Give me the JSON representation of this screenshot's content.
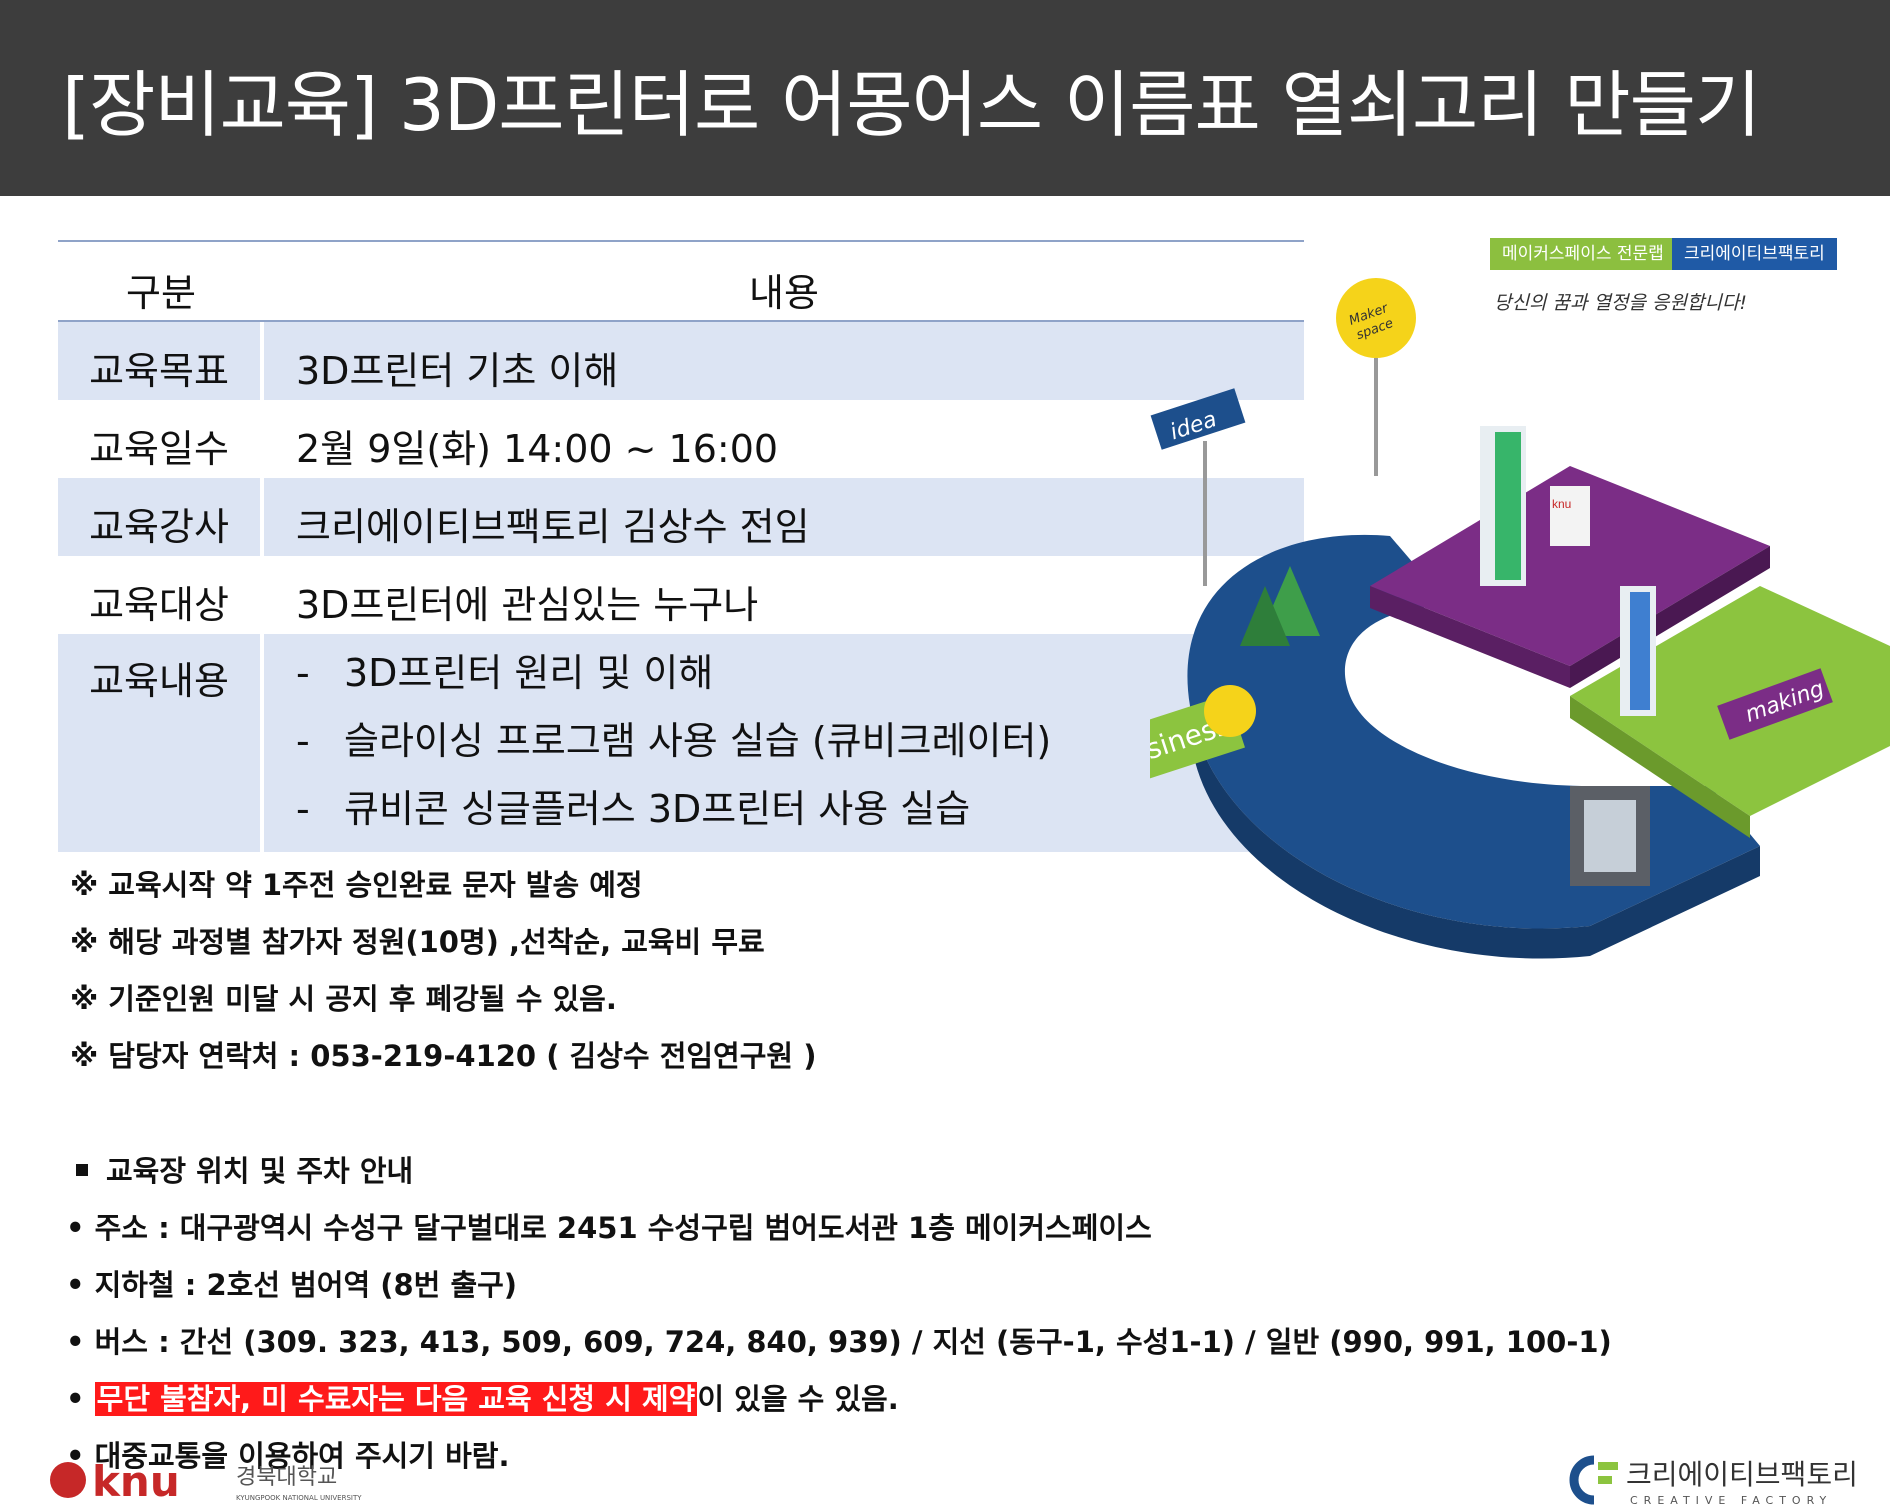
{
  "title": "[장비교육] 3D프린터로 어몽어스 이름표 열쇠고리 만들기",
  "table": {
    "head": [
      "구분",
      "내용"
    ],
    "rows": [
      {
        "label": "교육목표",
        "value": "3D프린터 기초 이해"
      },
      {
        "label": "교육일수",
        "value": "2월 9일(화) 14:00 ~ 16:00"
      },
      {
        "label": "교육강사",
        "value": "크리에이티브팩토리 김상수 전임"
      },
      {
        "label": "교육대상",
        "value": "3D프린터에 관심있는 누구나"
      }
    ],
    "content_label": "교육내용",
    "content_items": [
      "3D프린터 원리 및 이해",
      "슬라이싱 프로그램 사용 실습 (큐비크레이터)",
      "큐비콘 싱글플러스 3D프린터 사용 실습"
    ],
    "dash": "-"
  },
  "notes": [
    "※ 교육시작 약 1주전 승인완료 문자 발송 예정",
    "※ 해당 과정별 참가자 정원(10명) ,선착순, 교육비 무료",
    "※ 기준인원 미달 시 공지 후 폐강될 수 있음.",
    "※ 담당자 연락처 : 053-219-4120 ( 김상수 전임연구원 )"
  ],
  "location": {
    "heading": "교육장 위치 및 주차 안내",
    "address": "• 주소 : 대구광역시 수성구 달구벌대로 2451 수성구립 범어도서관 1층 메이커스페이스",
    "subway": "• 지하철 : 2호선 범어역 (8번 출구)",
    "bus": "• 버스 : 간선 (309. 323, 413, 509, 609, 724, 840, 939) / 지선 (동구-1, 수성1-1) / 일반 (990, 991, 100-1)",
    "warning_bullet": "• ",
    "warning_highlight": "무단 불참자, 미 수료자는 다음 교육 신청 시 제약",
    "warning_rest": "이 있을 수 있음.",
    "transit": "• 대중교통을 이용하여 주시기 바람."
  },
  "illustration": {
    "badge_left": "메이커스페이스 전문랩",
    "badge_right": "크리에이티브팩토리",
    "slogan": "당신의 꿈과 열정을 응원합니다!",
    "sign_maker": "Maker space",
    "sign_maker_1": "Maker",
    "sign_maker_2": "space",
    "sign_idea": "idea",
    "sign_business": "business",
    "sign_making": "making",
    "building_logo": "knu",
    "colors": {
      "purple": "#7b2d86",
      "green": "#8cc43f",
      "blue": "#1d4f8c",
      "yellow": "#f5d31a"
    }
  },
  "footer": {
    "knu_logo": "knu",
    "knu_korean": "경북대학교",
    "knu_english": "KYUNGPOOK NATIONAL UNIVERSITY",
    "cf_korean": "크리에이티브팩토리",
    "cf_english": "CREATIVE FACTORY"
  }
}
